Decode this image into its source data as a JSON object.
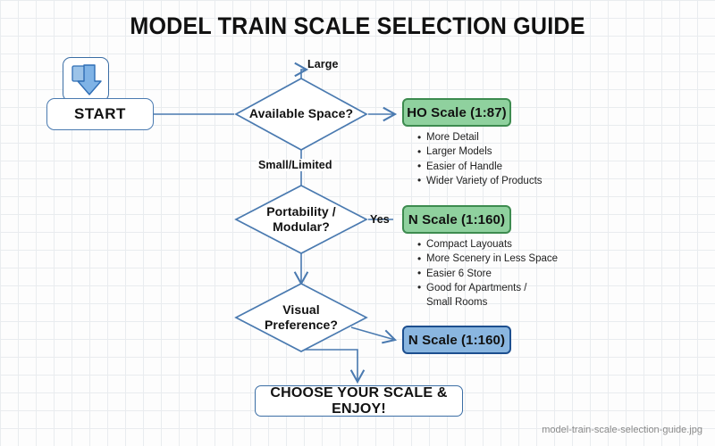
{
  "title": "MODEL TRAIN SCALE SELECTION GUIDE",
  "colors": {
    "edge": "#4a7ab0",
    "green_fill": "#8fd19e",
    "green_border": "#3d8b4f",
    "blue_fill": "#8ab6e0",
    "blue_border": "#1d4f8f",
    "grid": "#e9ecef",
    "background": "#fdfdfd",
    "text": "#111111",
    "footer_text": "#8a8a8a"
  },
  "start_icon": {
    "name": "download-arrow-icon"
  },
  "nodes": {
    "start": "START",
    "decision_1": "Available Space?",
    "decision_2_line1": "Portability /",
    "decision_2_line2": "Modular?",
    "decision_3_line1": "Visual",
    "decision_3_line2": "Preference?",
    "end": "CHOOSE YOUR SCALE & ENJOY!"
  },
  "edge_labels": {
    "large": "Large",
    "small_limited": "Small/Limited",
    "yes": "Yes"
  },
  "results": [
    {
      "id": "ho-scale",
      "label": "HO Scale (1:87)",
      "style": "green",
      "bullets": [
        "More Detail",
        "Larger Models",
        "Easier of Handle",
        "Wider Variety of Products"
      ]
    },
    {
      "id": "n-scale-portable",
      "label": "N Scale (1:160)",
      "style": "green",
      "bullets": [
        "Compact Layouats",
        "More Scenery in Less Space",
        "Easier 6 Store",
        "Good for Apartments /\nSmall Rooms"
      ]
    },
    {
      "id": "n-scale-visual",
      "label": "N Scale (1:160)",
      "style": "blue",
      "bullets": []
    }
  ],
  "footer": "model-train-scale-selection-guide.jpg"
}
